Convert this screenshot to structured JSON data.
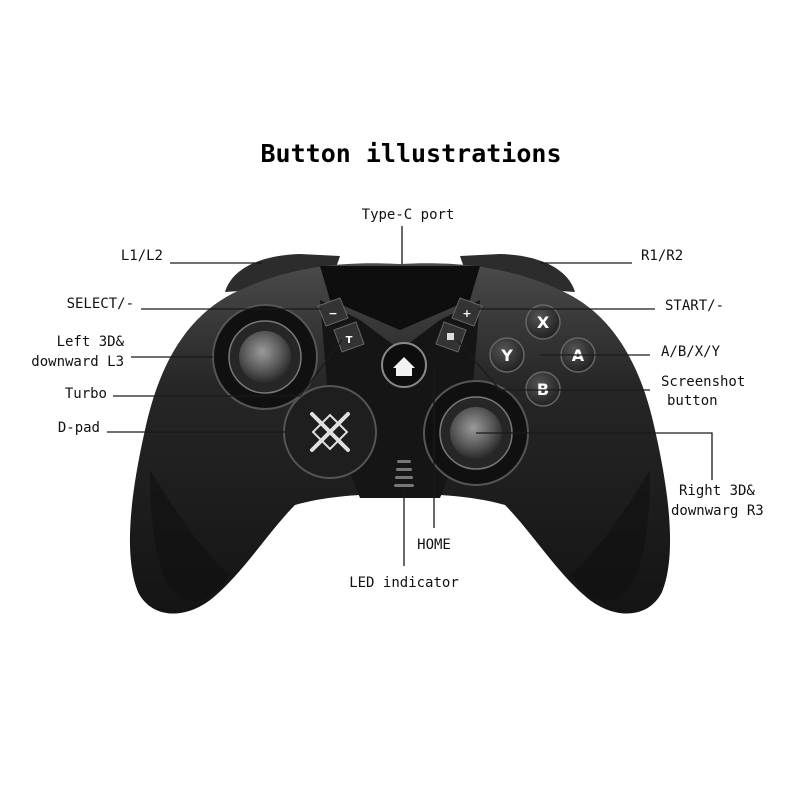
{
  "title": "Button illustrations",
  "labels": {
    "type_c": "Type-C port",
    "l1l2": "L1/L2",
    "r1r2": "R1/R2",
    "select": "SELECT/-",
    "start": "START/-",
    "left_stick_1": "Left 3D&",
    "left_stick_2": "downward L3",
    "abxy": "A/B/X/Y",
    "turbo": "Turbo",
    "screenshot_1": "Screenshot",
    "screenshot_2": "button",
    "dpad": "D-pad",
    "right_stick_1": "Right 3D&",
    "right_stick_2": "downwarg R3",
    "home": "HOME",
    "led": "LED indicator"
  },
  "buttons": {
    "x": "X",
    "y": "Y",
    "a": "A",
    "b": "B",
    "minus": "−",
    "plus": "+",
    "turbo_mark": "T"
  },
  "colors": {
    "body": "#1b1b1b",
    "body_highlight": "#3a3a3a",
    "panel": "#111111",
    "button": "#2a2a2a",
    "text": "#111111"
  }
}
